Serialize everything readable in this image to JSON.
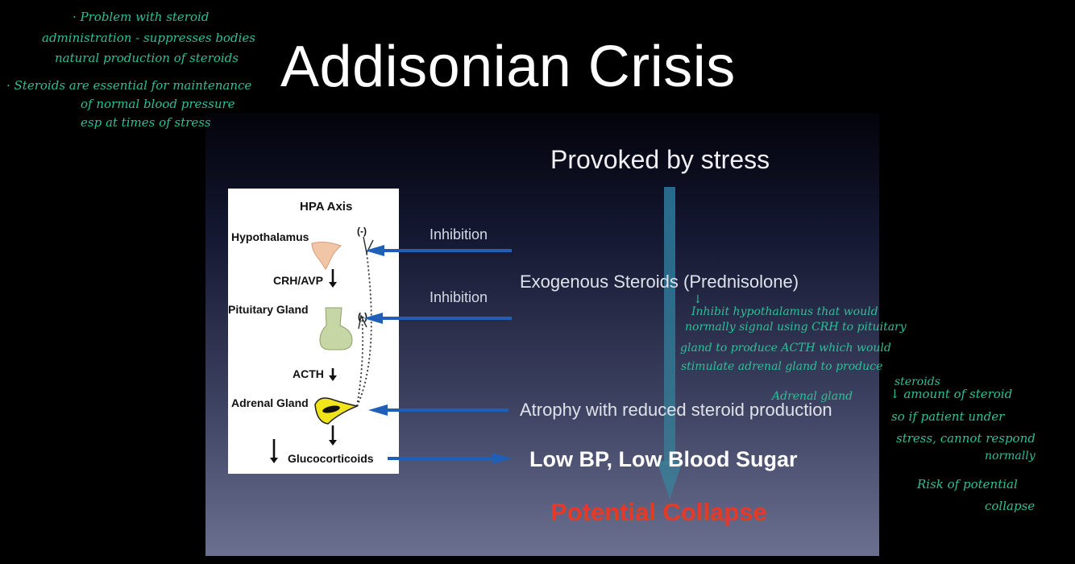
{
  "slide": {
    "title": "Addisonian Crisis",
    "provoked": "Provoked by stress",
    "exogenous": "Exogenous Steroids (Prednisolone)",
    "atrophy": "Atrophy with reduced steroid production",
    "inhibition_1": "Inhibition",
    "inhibition_2": "Inhibition",
    "low_bp": "Low BP, Low Blood Sugar",
    "collapse": "Potential Collapse"
  },
  "hpa": {
    "heading": "HPA Axis",
    "hypothalamus": "Hypothalamus",
    "crh": "CRH/AVP",
    "pituitary": "Pituitary Gland",
    "acth": "ACTH",
    "adrenal": "Adrenal Gland",
    "gluco": "Glucocorticoids",
    "neg1": "(-)",
    "neg2": "(-)"
  },
  "notes": {
    "left": [
      "· Problem with steroid",
      "administration - suppresses bodies",
      "natural production of steroids",
      "· Steroids are essential for maintenance",
      "of normal blood pressure",
      "esp at times of stress"
    ],
    "middle": [
      "↓",
      "Inhibit hypothalamus that would",
      "normally signal using CRH to pituitary",
      "gland to produce ACTH which would",
      "stimulate adrenal gland to produce",
      "steroids"
    ],
    "adrenal_gland": "Adrenal gland",
    "right": [
      "↓ amount of steroid",
      "so if patient under",
      "stress, cannot respond",
      "normally",
      "Risk of potential",
      "collapse"
    ]
  },
  "colors": {
    "handwriting": "#2fbf98",
    "collapse_red": "#e53a25",
    "arrow_blue": "#1f5fb8"
  }
}
